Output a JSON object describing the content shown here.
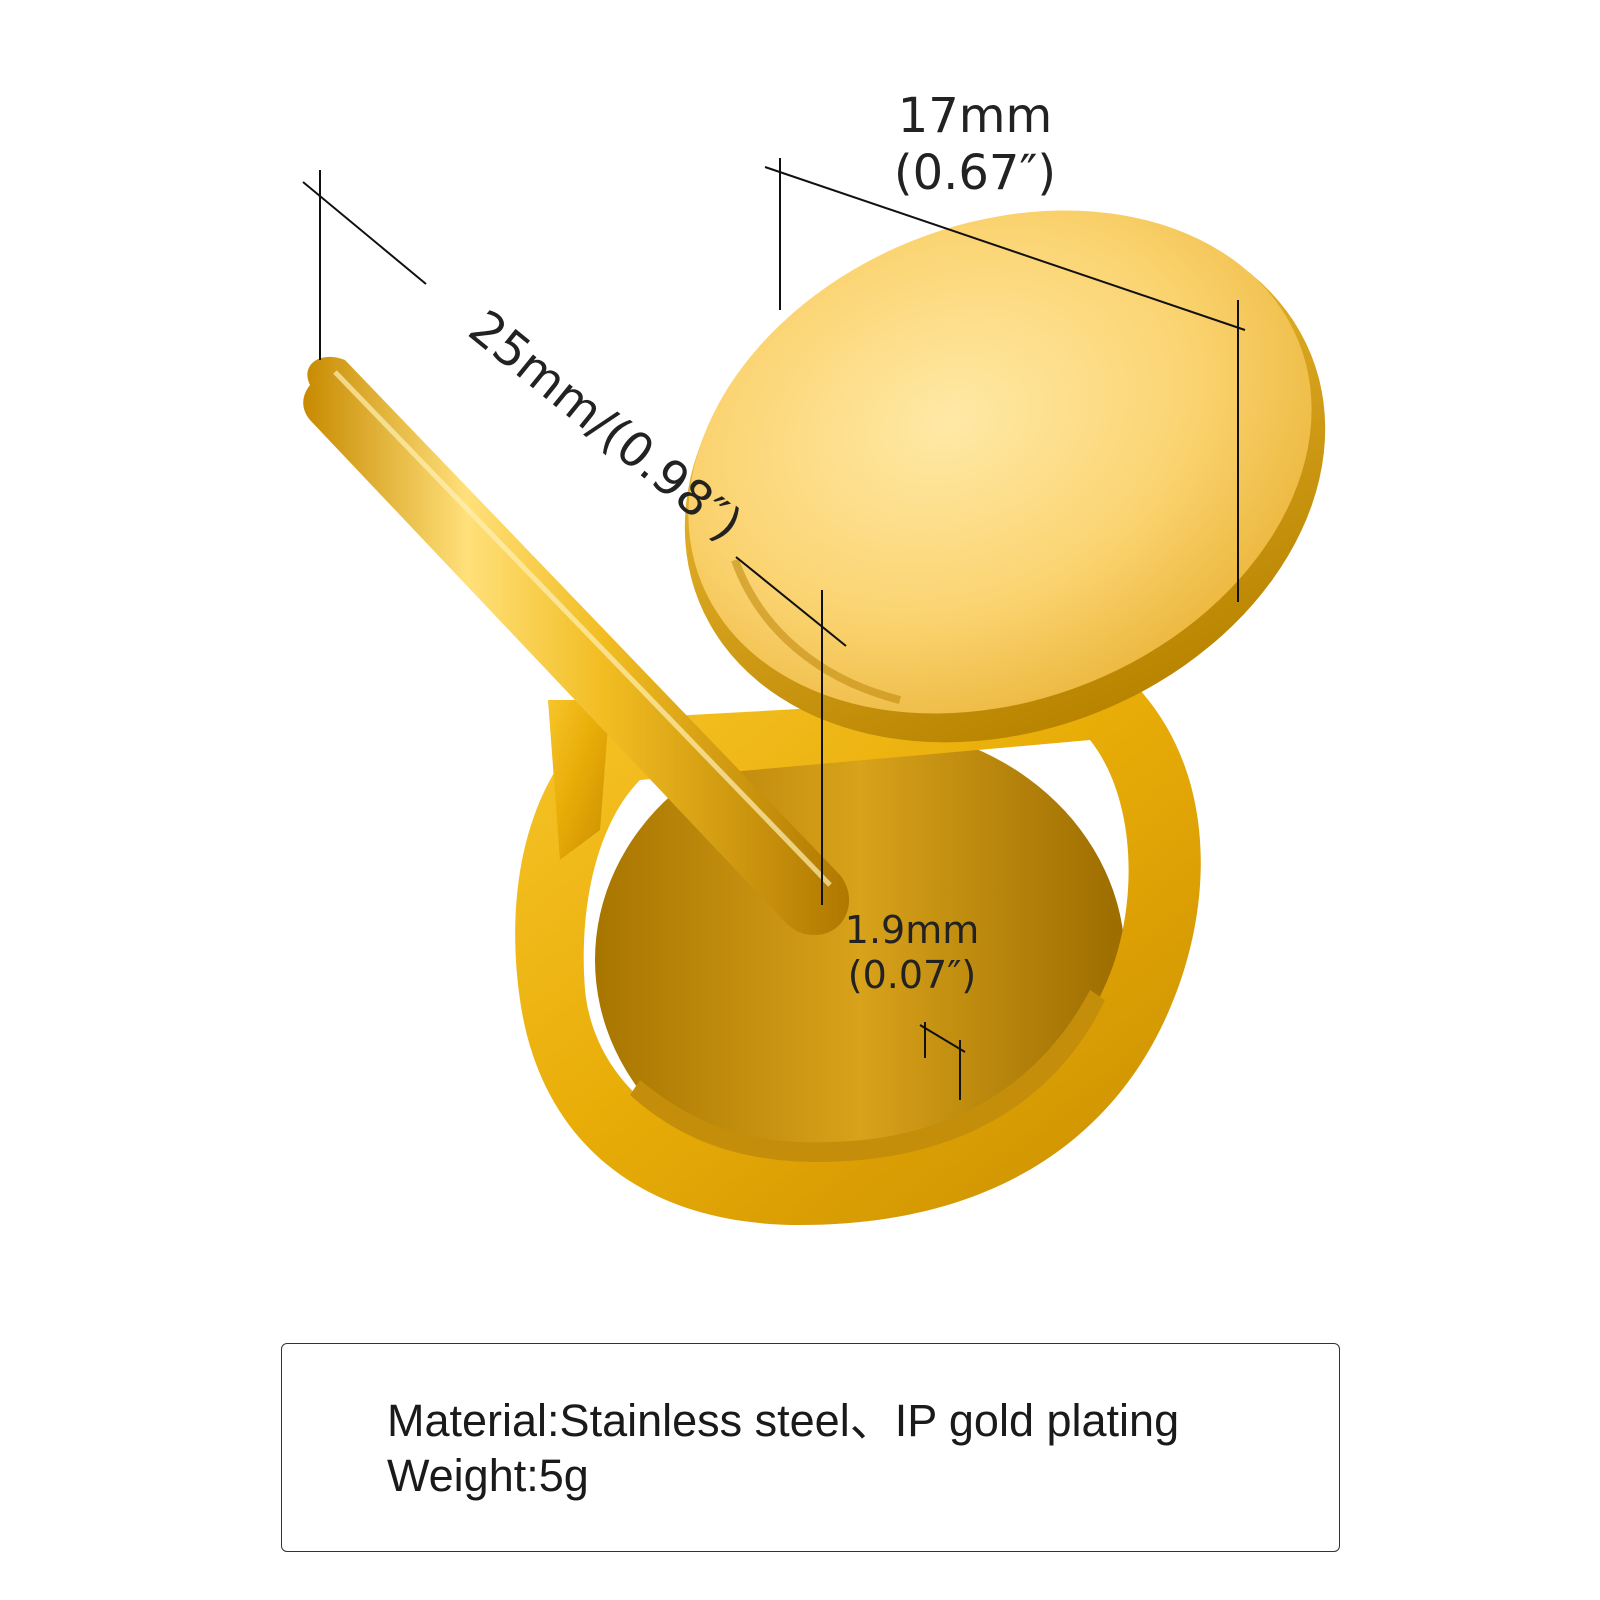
{
  "colors": {
    "gold_dark": "#b07d00",
    "gold_mid": "#e0a800",
    "gold_light": "#ffe49a",
    "line": "#111111"
  },
  "dimensions": {
    "top_width_mm": "17mm",
    "top_width_in": "(0.67″)",
    "bar_length": "25mm/(0.98″)",
    "band_thickness_mm": "1.9mm",
    "band_thickness_in": "(0.07″)"
  },
  "specs": {
    "material": "Material:Stainless steel、IP gold plating",
    "weight": "Weight:5g"
  }
}
